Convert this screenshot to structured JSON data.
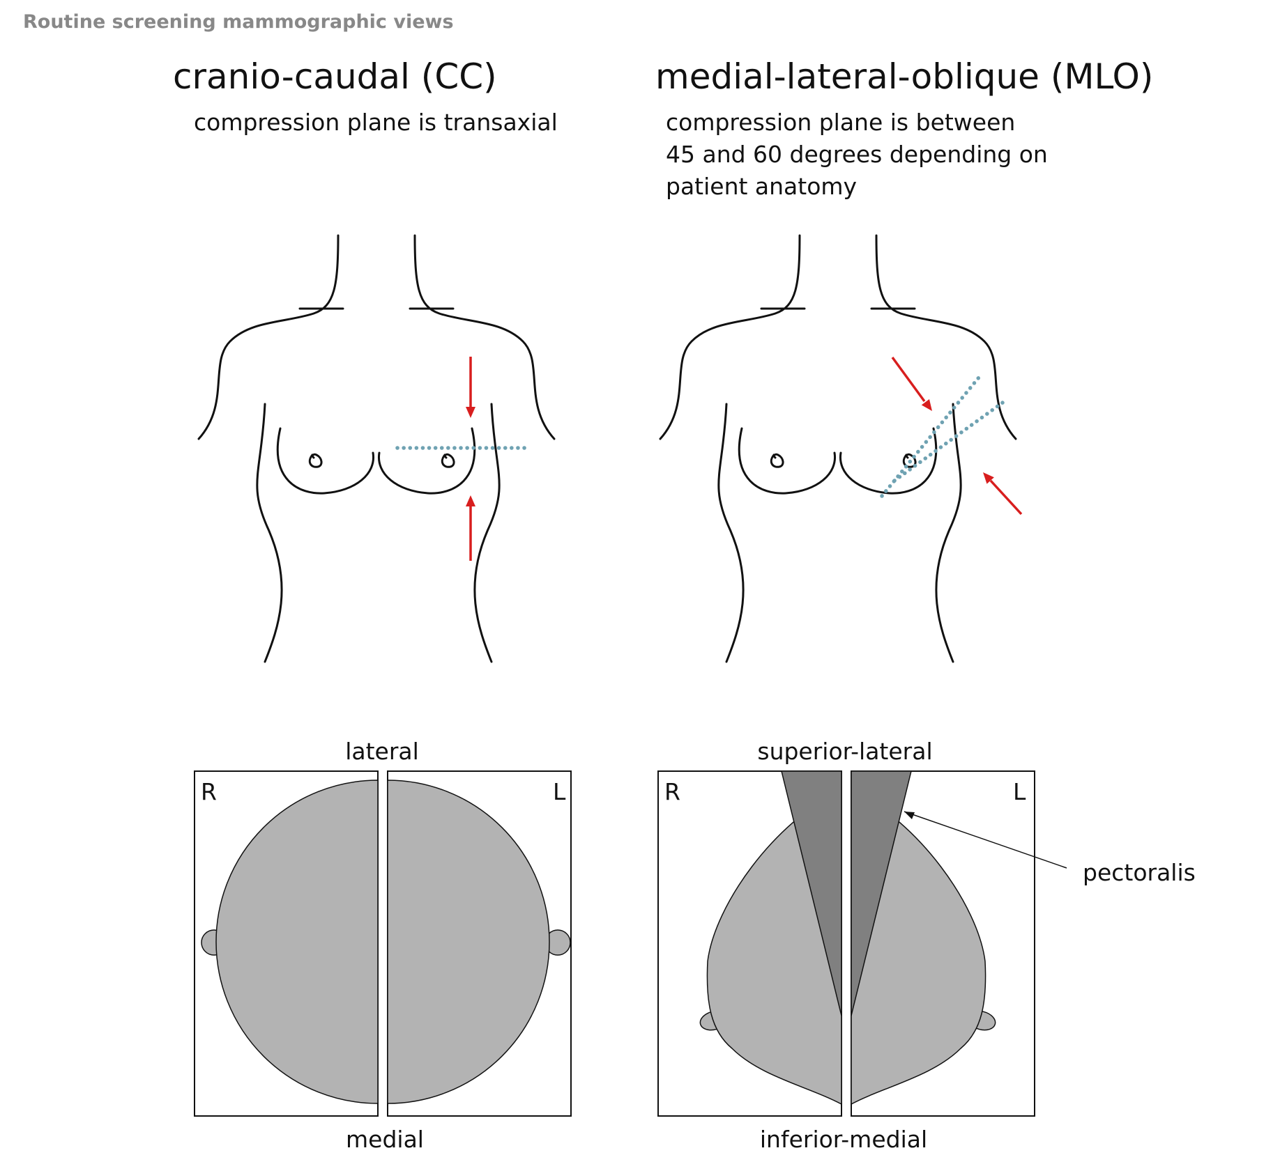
{
  "header": {
    "title": "Routine screening mammographic views"
  },
  "cc": {
    "title": "cranio-caudal (CC)",
    "description": "compression plane is transaxial",
    "top_label": "lateral",
    "bottom_label": "medial",
    "right_label": "R",
    "left_label": "L"
  },
  "mlo": {
    "title": "medial-lateral-oblique (MLO)",
    "description_lines": [
      "compression plane is between",
      "45 and 60 degrees depending on",
      "patient anatomy"
    ],
    "top_label": "superior-lateral",
    "bottom_label": "inferior-medial",
    "right_label": "R",
    "left_label": "L",
    "pectoralis_label": "pectoralis"
  },
  "colors": {
    "compression_arrow": "#d81e1e",
    "compression_plane": "#6fa2b2",
    "breast_tissue": "#b3b3b3",
    "pectoralis": "#808080",
    "header_text": "#888888"
  }
}
